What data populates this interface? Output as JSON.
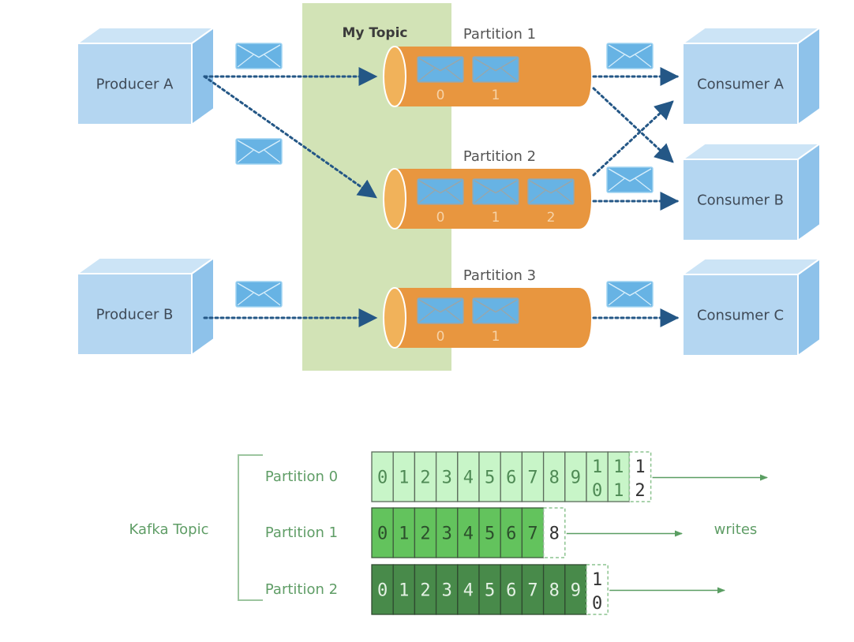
{
  "top_diagram": {
    "topic_label": "My Topic",
    "colors": {
      "box_front": "#b4d6f1",
      "box_top": "#cce4f6",
      "box_side": "#8ec2ea",
      "box_text": "#3f4a57",
      "topic_panel": "#d2e3b6",
      "cylinder_body": "#e8963f",
      "cylinder_cap": "#f1b25a",
      "envelope": "#67b3e4",
      "arrow": "#245786"
    },
    "producers": [
      {
        "id": "producer-a",
        "label": "Producer A"
      },
      {
        "id": "producer-b",
        "label": "Producer B"
      }
    ],
    "consumers": [
      {
        "id": "consumer-a",
        "label": "Consumer A"
      },
      {
        "id": "consumer-b",
        "label": "Consumer B"
      },
      {
        "id": "consumer-c",
        "label": "Consumer C"
      }
    ],
    "partitions": [
      {
        "id": "partition-1",
        "label": "Partition 1",
        "messages": [
          "0",
          "1"
        ]
      },
      {
        "id": "partition-2",
        "label": "Partition 2",
        "messages": [
          "0",
          "1",
          "2"
        ]
      },
      {
        "id": "partition-3",
        "label": "Partition 3",
        "messages": [
          "0",
          "1"
        ]
      }
    ],
    "flows": [
      {
        "from": "Producer A",
        "to": "Partition 1"
      },
      {
        "from": "Producer A",
        "to": "Partition 2"
      },
      {
        "from": "Producer B",
        "to": "Partition 3"
      },
      {
        "from": "Partition 1",
        "to": "Consumer A"
      },
      {
        "from": "Partition 1",
        "to": "Consumer B"
      },
      {
        "from": "Partition 2",
        "to": "Consumer A"
      },
      {
        "from": "Partition 2",
        "to": "Consumer B"
      },
      {
        "from": "Partition 3",
        "to": "Consumer C"
      }
    ]
  },
  "bottom_diagram": {
    "topic_label": "Kafka Topic",
    "writes_label": "writes",
    "colors": {
      "text_green": "#5f9d66",
      "arrow_green": "#5a9e62"
    },
    "partitions": [
      {
        "label": "Partition 0",
        "cells": [
          "0",
          "1",
          "2",
          "3",
          "4",
          "5",
          "6",
          "7",
          "8",
          "9",
          "10",
          "11"
        ],
        "next": "12",
        "fill": "#c8f5c8",
        "text": "#4f8a55",
        "border": "#5b6b5b"
      },
      {
        "label": "Partition 1",
        "cells": [
          "0",
          "1",
          "2",
          "3",
          "4",
          "5",
          "6",
          "7"
        ],
        "next": "8",
        "fill": "#63c35d",
        "text": "#2c4f2c",
        "border": "#3e5a3c"
      },
      {
        "label": "Partition 2",
        "cells": [
          "0",
          "1",
          "2",
          "3",
          "4",
          "5",
          "6",
          "7",
          "8",
          "9"
        ],
        "next": "10",
        "fill": "#488a4a",
        "text": "#e4f1e4",
        "border": "#2f4a30"
      }
    ]
  }
}
